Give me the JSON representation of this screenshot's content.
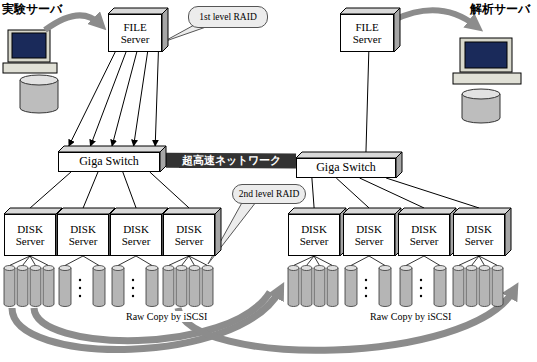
{
  "diagram": {
    "nodes": [
      {
        "text": [
          "FILE Server"
        ]
      },
      {
        "text": [
          "1st level RAID"
        ]
      },
      {
        "text": [
          "FILE Server"
        ]
      },
      {
        "text": [
          "Giga Switch"
        ]
      },
      {
        "text": [
          "Giga Switch"
        ]
      },
      {
        "text": [
          "2nd level RAID"
        ]
      },
      {
        "text": [
          "DISK Server"
        ]
      },
      {
        "text": [
          "DISK Server"
        ]
      },
      {
        "text": [
          "DISK Server"
        ]
      },
      {
        "text": [
          "DISK Server"
        ]
      },
      {
        "text": [
          "DISK Server"
        ]
      },
      {
        "text": [
          "DISK Server"
        ]
      },
      {
        "text": [
          "DISK Server"
        ]
      },
      {
        "text": [
          "DISK Server"
        ]
      }
    ],
    "edges": [
      {
        "from": 0,
        "to": 3,
        "arrow": "to"
      },
      {
        "from": 0,
        "to": 3,
        "arrow": "to"
      },
      {
        "from": 0,
        "to": 3,
        "arrow": "to"
      },
      {
        "from": 0,
        "to": 3,
        "arrow": "to"
      },
      {
        "from": 0,
        "to": 3,
        "arrow": "to"
      },
      {
        "from": 3,
        "to": 4,
        "label": "超高速ネットワーク",
        "arrow": "none"
      },
      {
        "from": 2,
        "to": 4,
        "arrow": "none"
      },
      {
        "from": 3,
        "to": 6,
        "arrow": "none"
      },
      {
        "from": 3,
        "to": 7,
        "arrow": "none"
      },
      {
        "from": 3,
        "to": 8,
        "arrow": "none"
      },
      {
        "from": 3,
        "to": 9,
        "arrow": "none"
      },
      {
        "from": 4,
        "to": 10,
        "arrow": "none"
      },
      {
        "from": 4,
        "to": 11,
        "arrow": "none"
      },
      {
        "from": 4,
        "to": 12,
        "arrow": "none"
      },
      {
        "from": 4,
        "to": 13,
        "arrow": "none"
      }
    ],
    "labels": [
      "実験サーバ",
      "解析サーバ",
      "Raw Copy by iSCSI",
      "Raw Copy by iSCSI"
    ]
  }
}
